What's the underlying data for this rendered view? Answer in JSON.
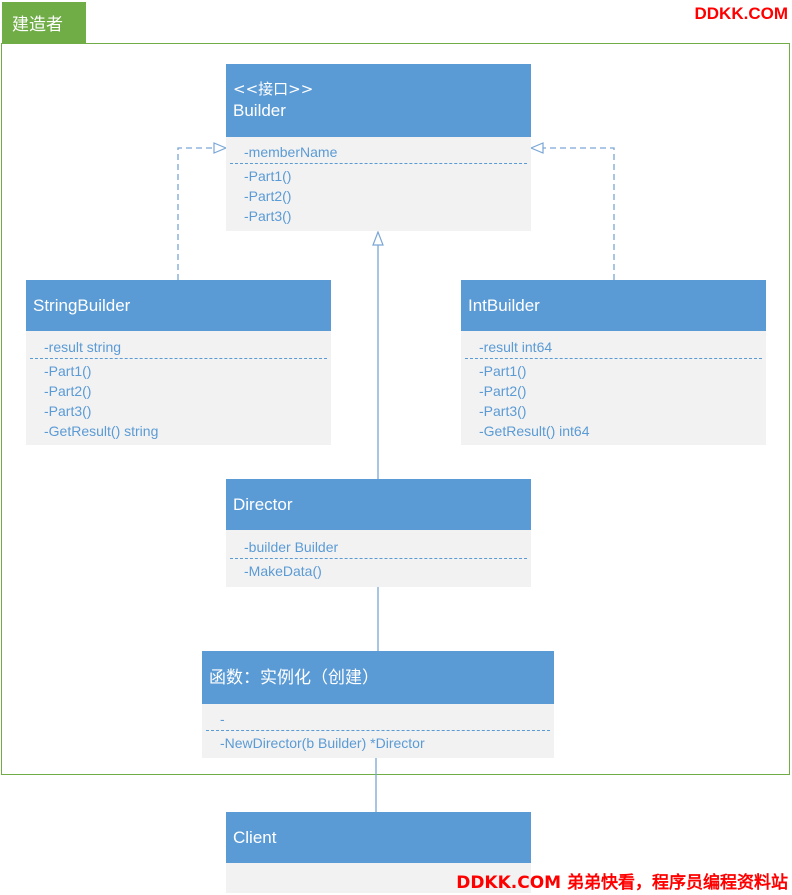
{
  "title_tab": "建造者",
  "watermark_top": "DDKK.COM",
  "watermark_bottom": "DDKK.COM 弟弟快看，程序员编程资料站",
  "classes": {
    "builder": {
      "stereotype": "<<接口>>",
      "name": "Builder",
      "fields": [
        "-memberName"
      ],
      "methods": [
        "-Part1()",
        "-Part2()",
        "-Part3()"
      ]
    },
    "string_builder": {
      "name": "StringBuilder",
      "fields": [
        "-result string"
      ],
      "methods": [
        "-Part1()",
        "-Part2()",
        "-Part3()",
        "-GetResult() string"
      ]
    },
    "int_builder": {
      "name": "IntBuilder",
      "fields": [
        "-result int64"
      ],
      "methods": [
        "-Part1()",
        "-Part2()",
        "-Part3()",
        "-GetResult() int64"
      ]
    },
    "director": {
      "name": "Director",
      "fields": [
        "-builder Builder"
      ],
      "methods": [
        "-MakeData()"
      ]
    },
    "factory": {
      "name": "函数：实例化（创建）",
      "fields": [
        "-"
      ],
      "methods": [
        "-NewDirector(b Builder) *Director"
      ]
    },
    "client": {
      "name": "Client"
    }
  },
  "colors": {
    "accent": "#5b9bd5",
    "frame": "#70ad47",
    "body_bg": "#f2f2f2",
    "connector": "#7aa7d6",
    "watermark": "#ff0000"
  }
}
